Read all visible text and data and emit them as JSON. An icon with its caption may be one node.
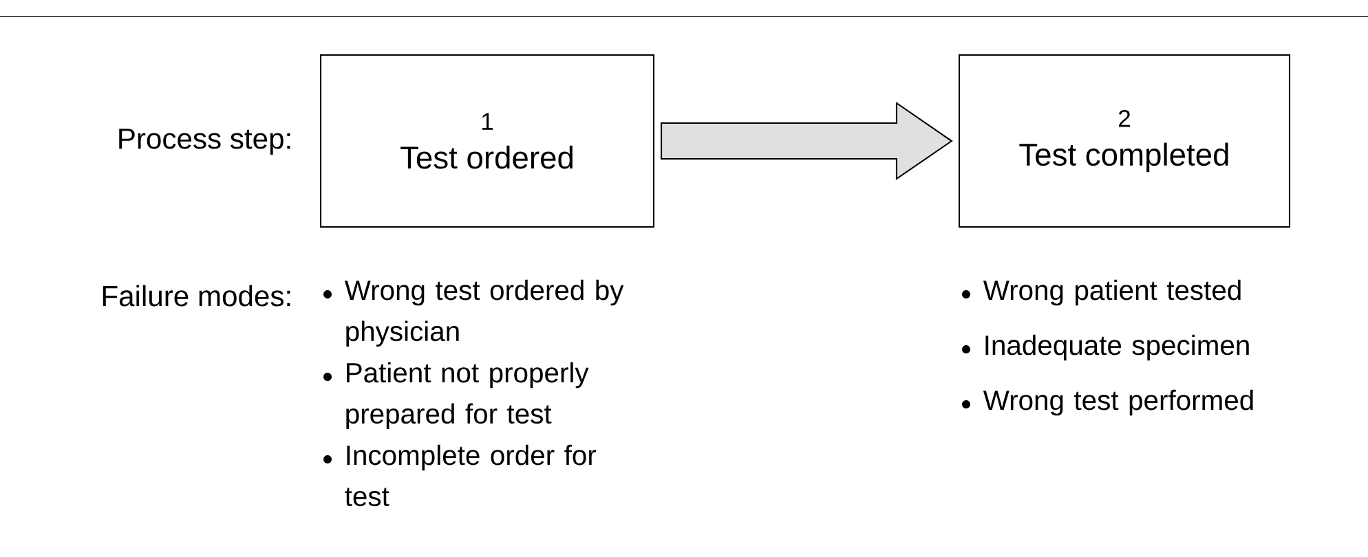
{
  "diagram": {
    "nodes": [
      {
        "text": [
          "1",
          "Test ordered"
        ],
        "beside": [
          "Wrong test ordered by physician",
          "Patient not properly prepared for test",
          "Incomplete order for test"
        ]
      },
      {
        "text": [
          "2",
          "Test completed"
        ],
        "beside": [
          "Wrong patient tested",
          "Inadequate specimen",
          "Wrong test performed"
        ]
      }
    ],
    "edges": [
      {
        "from": 0,
        "to": 1,
        "arrow": "to"
      }
    ],
    "labels": [
      "Process step:",
      "Failure modes:"
    ]
  }
}
